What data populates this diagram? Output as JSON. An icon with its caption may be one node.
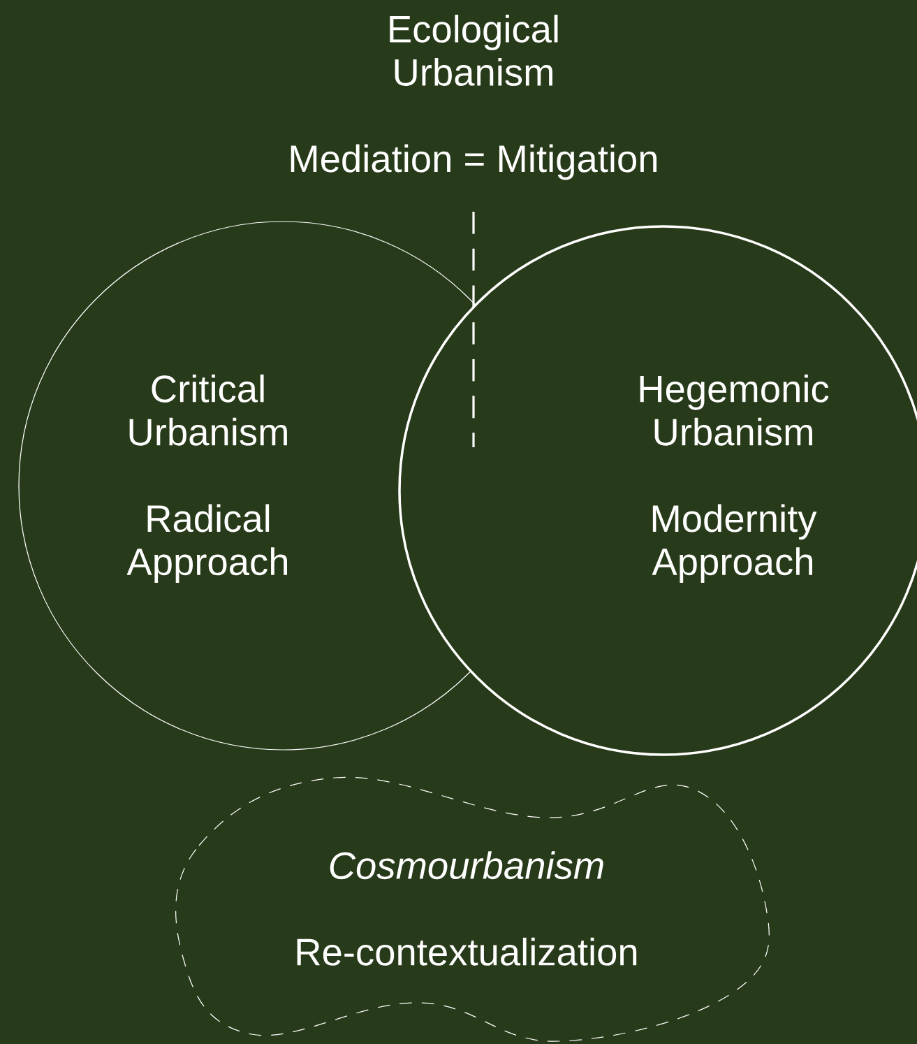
{
  "diagram": {
    "title": "Ecological Urbanism",
    "nodes": [
      {
        "text": [
          "Critical Urbanism",
          "Radical Approach"
        ]
      },
      {
        "text": [
          "Hegemonic Urbanism",
          "Modernity Approach"
        ]
      },
      {
        "text": [
          "Cosmourbanism",
          "Re-contextualization"
        ]
      }
    ],
    "labels": [
      "Mediation = Mitigation"
    ]
  }
}
